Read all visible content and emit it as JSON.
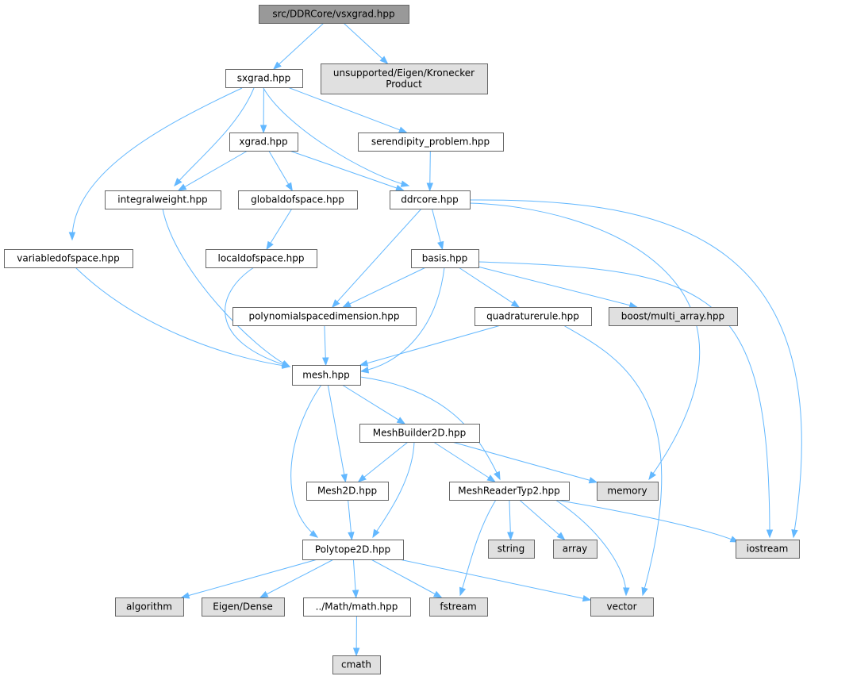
{
  "colors": {
    "root_fill": "#999999",
    "internal_fill": "#ffffff",
    "external_fill": "#e0e0e0",
    "border": "#666666",
    "edge": "#63b8ff"
  },
  "nodes": {
    "vsxgrad": {
      "lines": [
        "src/DDRCore/vsxgrad.hpp"
      ],
      "kind": "root"
    },
    "kronecker": {
      "lines": [
        "unsupported/Eigen/Kronecker",
        "Product"
      ],
      "kind": "external"
    },
    "sxgrad": {
      "lines": [
        "sxgrad.hpp"
      ],
      "kind": "internal"
    },
    "xgrad": {
      "lines": [
        "xgrad.hpp"
      ],
      "kind": "internal"
    },
    "serendipity": {
      "lines": [
        "serendipity_problem.hpp"
      ],
      "kind": "internal"
    },
    "integralweight": {
      "lines": [
        "integralweight.hpp"
      ],
      "kind": "internal"
    },
    "globaldofspace": {
      "lines": [
        "globaldofspace.hpp"
      ],
      "kind": "internal"
    },
    "ddrcore": {
      "lines": [
        "ddrcore.hpp"
      ],
      "kind": "internal"
    },
    "variabledofspace": {
      "lines": [
        "variabledofspace.hpp"
      ],
      "kind": "internal"
    },
    "localdofspace": {
      "lines": [
        "localdofspace.hpp"
      ],
      "kind": "internal"
    },
    "basis": {
      "lines": [
        "basis.hpp"
      ],
      "kind": "internal"
    },
    "polydim": {
      "lines": [
        "polynomialspacedimension.hpp"
      ],
      "kind": "internal"
    },
    "quadrature": {
      "lines": [
        "quadraturerule.hpp"
      ],
      "kind": "internal"
    },
    "multiarray": {
      "lines": [
        "boost/multi_array.hpp"
      ],
      "kind": "external"
    },
    "mesh": {
      "lines": [
        "mesh.hpp"
      ],
      "kind": "internal"
    },
    "meshbuilder": {
      "lines": [
        "MeshBuilder2D.hpp"
      ],
      "kind": "internal"
    },
    "mesh2d": {
      "lines": [
        "Mesh2D.hpp"
      ],
      "kind": "internal"
    },
    "meshreader": {
      "lines": [
        "MeshReaderTyp2.hpp"
      ],
      "kind": "internal"
    },
    "memory": {
      "lines": [
        "memory"
      ],
      "kind": "external"
    },
    "polytope": {
      "lines": [
        "Polytope2D.hpp"
      ],
      "kind": "internal"
    },
    "string": {
      "lines": [
        "string"
      ],
      "kind": "external"
    },
    "array": {
      "lines": [
        "array"
      ],
      "kind": "external"
    },
    "iostream": {
      "lines": [
        "iostream"
      ],
      "kind": "external"
    },
    "algorithm": {
      "lines": [
        "algorithm"
      ],
      "kind": "external"
    },
    "eigendense": {
      "lines": [
        "Eigen/Dense"
      ],
      "kind": "external"
    },
    "mathhpp": {
      "lines": [
        "../Math/math.hpp"
      ],
      "kind": "internal"
    },
    "fstream": {
      "lines": [
        "fstream"
      ],
      "kind": "external"
    },
    "vector": {
      "lines": [
        "vector"
      ],
      "kind": "external"
    },
    "cmath": {
      "lines": [
        "cmath"
      ],
      "kind": "external"
    }
  },
  "edges": [
    [
      "vsxgrad",
      "sxgrad"
    ],
    [
      "vsxgrad",
      "kronecker"
    ],
    [
      "sxgrad",
      "variabledofspace"
    ],
    [
      "sxgrad",
      "integralweight"
    ],
    [
      "sxgrad",
      "xgrad"
    ],
    [
      "sxgrad",
      "ddrcore"
    ],
    [
      "sxgrad",
      "serendipity"
    ],
    [
      "xgrad",
      "integralweight"
    ],
    [
      "xgrad",
      "globaldofspace"
    ],
    [
      "xgrad",
      "ddrcore"
    ],
    [
      "serendipity",
      "ddrcore"
    ],
    [
      "integralweight",
      "mesh"
    ],
    [
      "globaldofspace",
      "localdofspace"
    ],
    [
      "localdofspace",
      "mesh"
    ],
    [
      "variabledofspace",
      "mesh"
    ],
    [
      "ddrcore",
      "polydim"
    ],
    [
      "ddrcore",
      "basis"
    ],
    [
      "ddrcore",
      "memory"
    ],
    [
      "ddrcore",
      "iostream"
    ],
    [
      "basis",
      "polydim"
    ],
    [
      "basis",
      "mesh"
    ],
    [
      "basis",
      "quadrature"
    ],
    [
      "basis",
      "multiarray"
    ],
    [
      "basis",
      "iostream"
    ],
    [
      "polydim",
      "mesh"
    ],
    [
      "quadrature",
      "mesh"
    ],
    [
      "quadrature",
      "vector"
    ],
    [
      "mesh",
      "meshbuilder"
    ],
    [
      "mesh",
      "mesh2d"
    ],
    [
      "mesh",
      "polytope"
    ],
    [
      "mesh",
      "meshreader"
    ],
    [
      "meshbuilder",
      "mesh2d"
    ],
    [
      "meshbuilder",
      "polytope"
    ],
    [
      "meshbuilder",
      "meshreader"
    ],
    [
      "meshbuilder",
      "memory"
    ],
    [
      "mesh2d",
      "polytope"
    ],
    [
      "meshreader",
      "string"
    ],
    [
      "meshreader",
      "array"
    ],
    [
      "meshreader",
      "iostream"
    ],
    [
      "meshreader",
      "fstream"
    ],
    [
      "meshreader",
      "vector"
    ],
    [
      "polytope",
      "algorithm"
    ],
    [
      "polytope",
      "eigendense"
    ],
    [
      "polytope",
      "mathhpp"
    ],
    [
      "polytope",
      "fstream"
    ],
    [
      "polytope",
      "vector"
    ],
    [
      "mathhpp",
      "cmath"
    ]
  ]
}
